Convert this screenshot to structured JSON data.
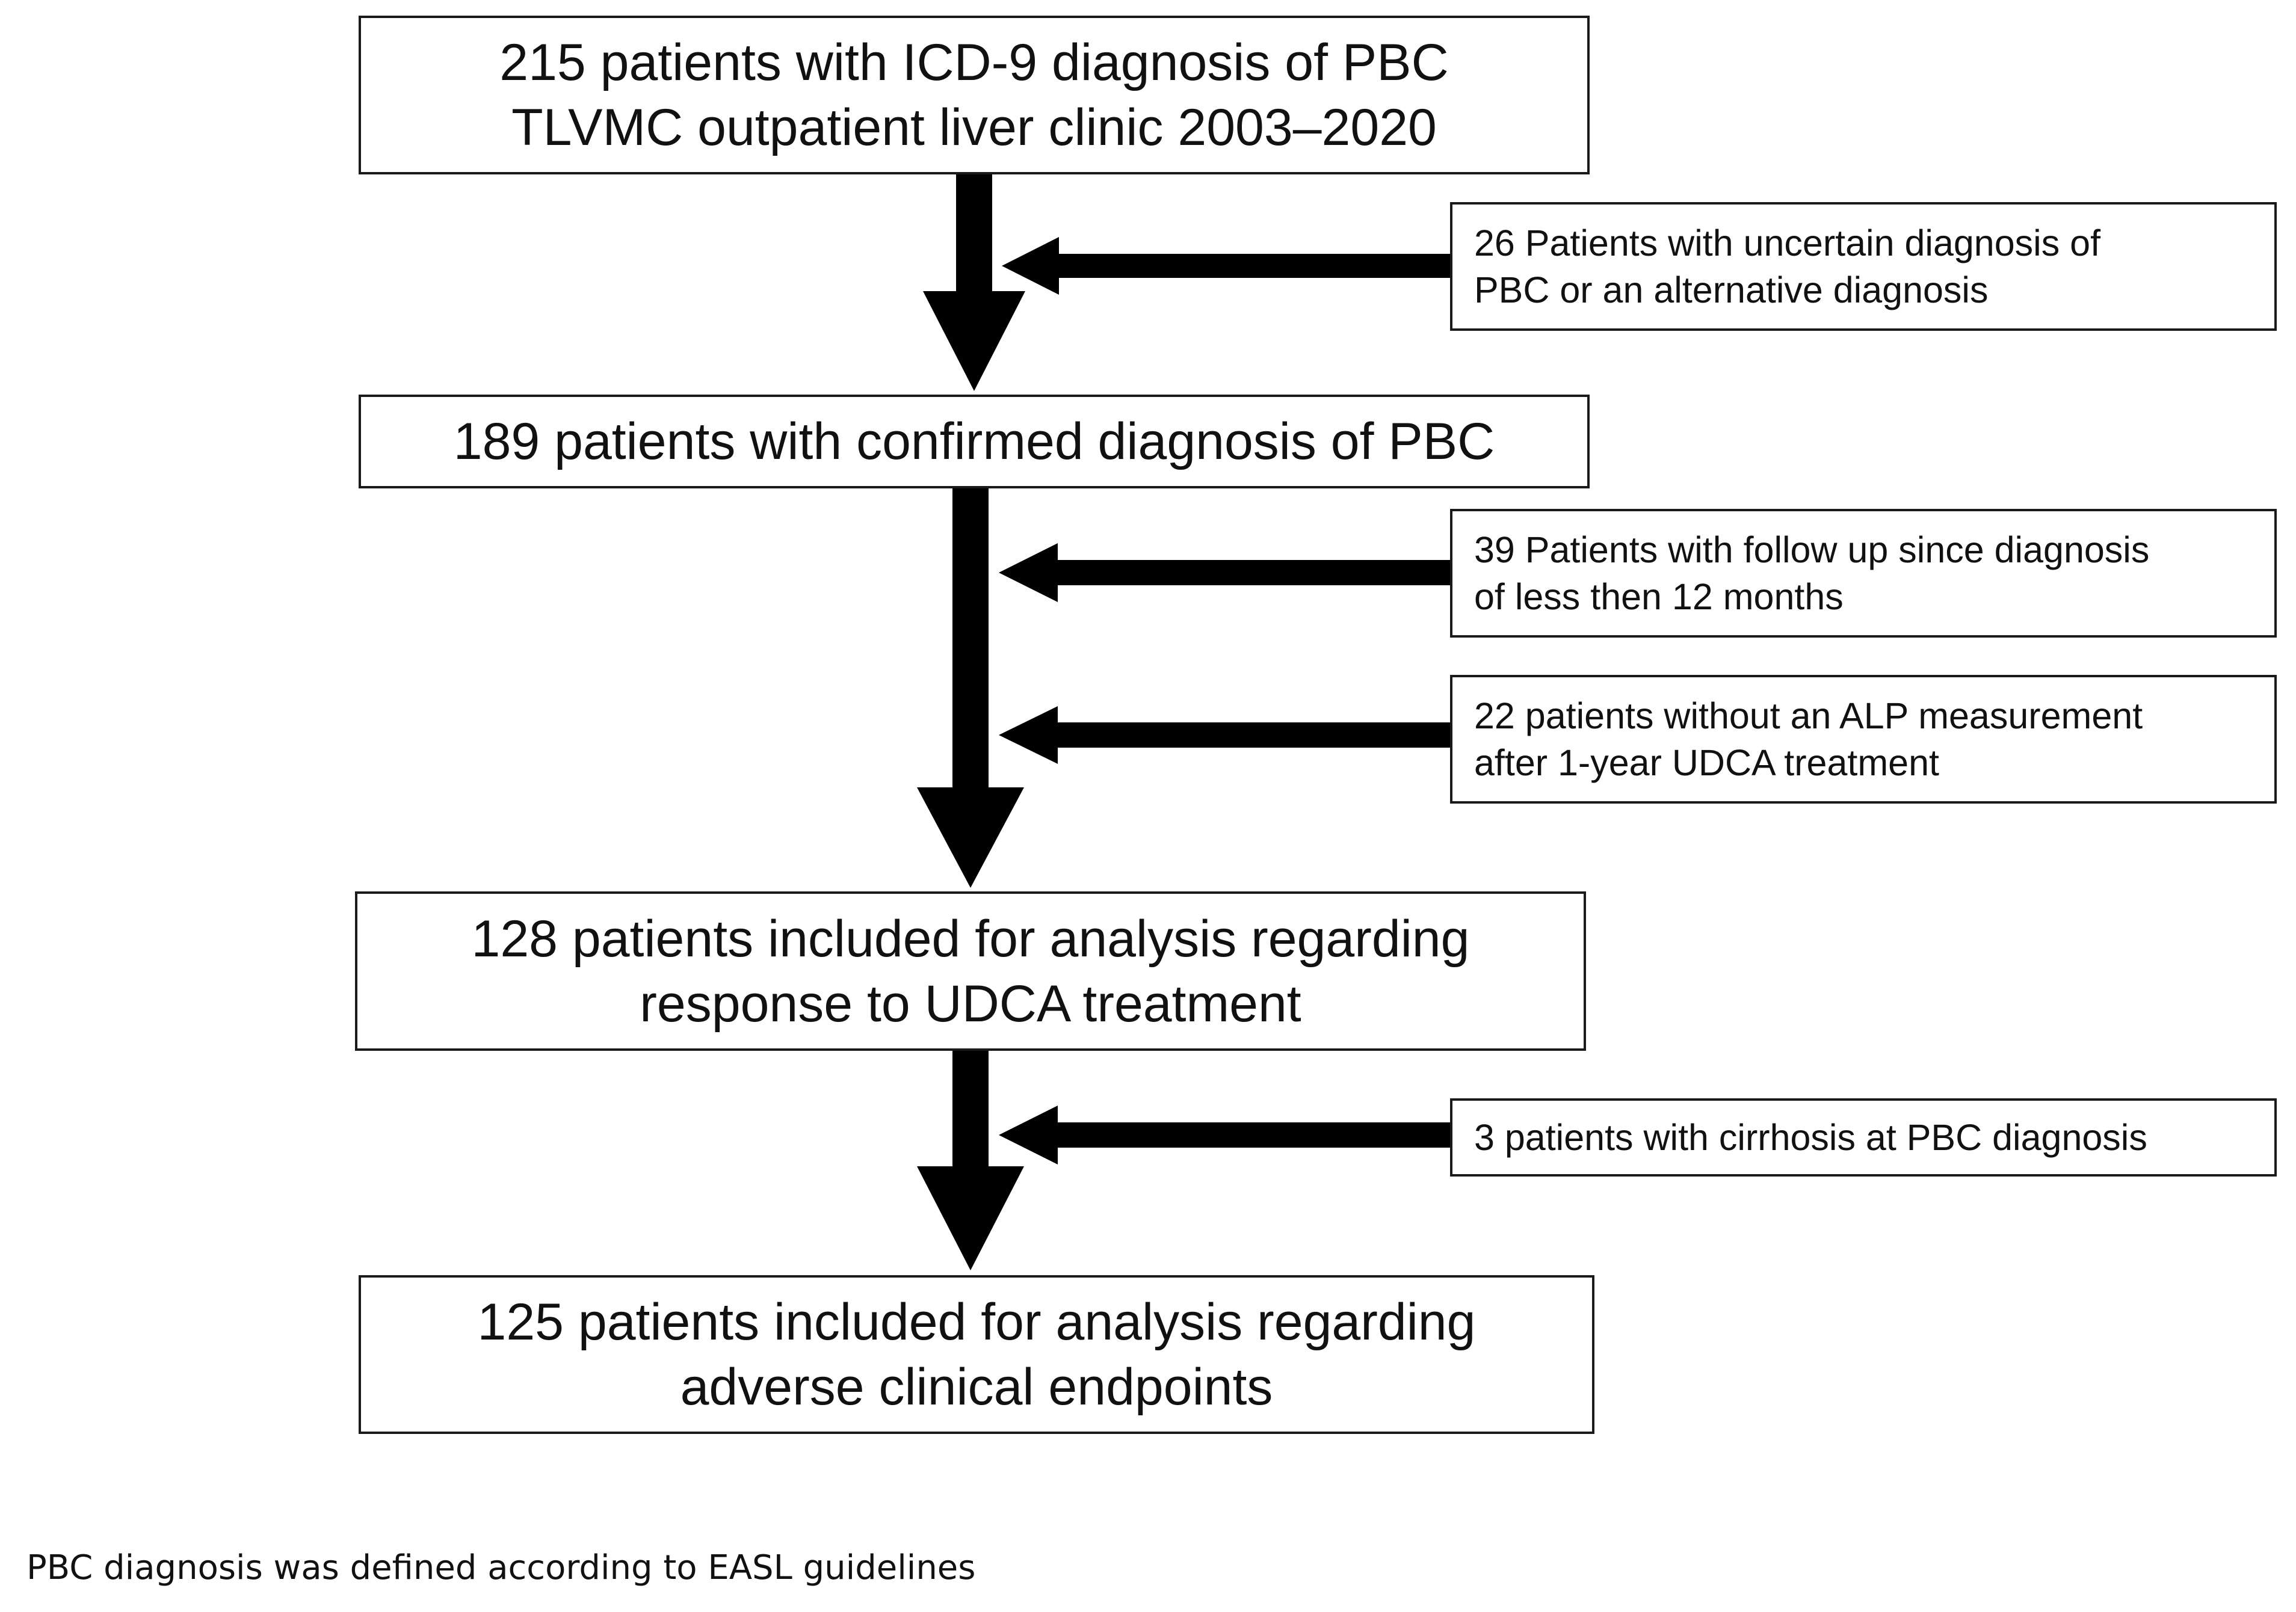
{
  "boxes": {
    "box1": {
      "line1": "215 patients with ICD-9 diagnosis of PBC",
      "line2": "TLVMC outpatient liver clinic 2003–2020"
    },
    "box2": {
      "line1": "189 patients with confirmed diagnosis of PBC"
    },
    "box3": {
      "line1": "128 patients included for analysis regarding",
      "line2": "response to UDCA treatment"
    },
    "box4": {
      "line1": "125 patients included for analysis regarding",
      "line2": "adverse clinical endpoints"
    }
  },
  "exclusions": {
    "excl1": {
      "line1": "26 Patients with uncertain diagnosis of",
      "line2": "PBC or an alternative diagnosis"
    },
    "excl2": {
      "line1": "39 Patients with follow up since diagnosis",
      "line2": "of less then 12 months"
    },
    "excl3": {
      "line1": "22 patients without an ALP measurement",
      "line2": "after 1-year UDCA treatment"
    },
    "excl4": {
      "line1": "3 patients with cirrhosis at PBC diagnosis"
    }
  },
  "footnote": "PBC diagnosis was defined according to EASL guidelines",
  "colors": {
    "arrow": "#000000",
    "border": "#1a1a1a",
    "text": "#111111"
  }
}
